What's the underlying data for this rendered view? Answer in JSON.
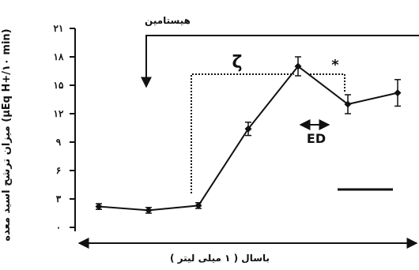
{
  "chart_data": {
    "type": "line",
    "ylabel": "میزان ترشح اسید معده (µEq H+/۱۰ min)",
    "ylim": [
      0,
      21
    ],
    "y_ticks": [
      0,
      3,
      6,
      9,
      12,
      15,
      18,
      21
    ],
    "y_tick_labels": [
      "۰",
      "۳",
      "۶",
      "۹",
      "۱۲",
      "۱۵",
      "۱۸",
      "۲۱"
    ],
    "grid": false,
    "series": [
      {
        "x": [
          1,
          2,
          3,
          4,
          5,
          6,
          7
        ],
        "values": [
          2.2,
          1.8,
          2.3,
          10.4,
          17.0,
          13.0,
          14.2
        ],
        "error": [
          0.3,
          0.3,
          0.3,
          0.7,
          1.0,
          1.0,
          1.4
        ]
      }
    ],
    "annotations": {
      "histamine": "هیستامین",
      "basal": "باسال ( ۱ میلی لیتر )",
      "zeta": "ζ",
      "star": "*",
      "ed": "ED"
    }
  }
}
